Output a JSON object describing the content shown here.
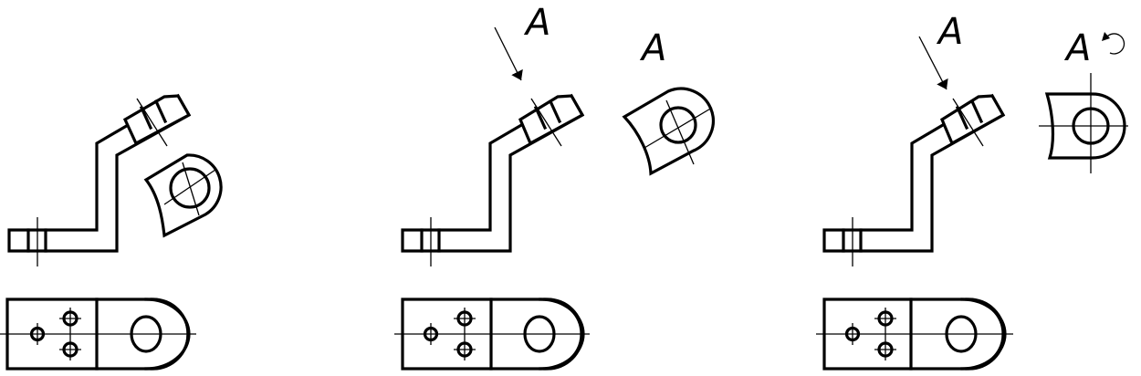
{
  "labels": {
    "view_1_label": "A",
    "view_2_label": "A",
    "view_3_label": "A"
  }
}
